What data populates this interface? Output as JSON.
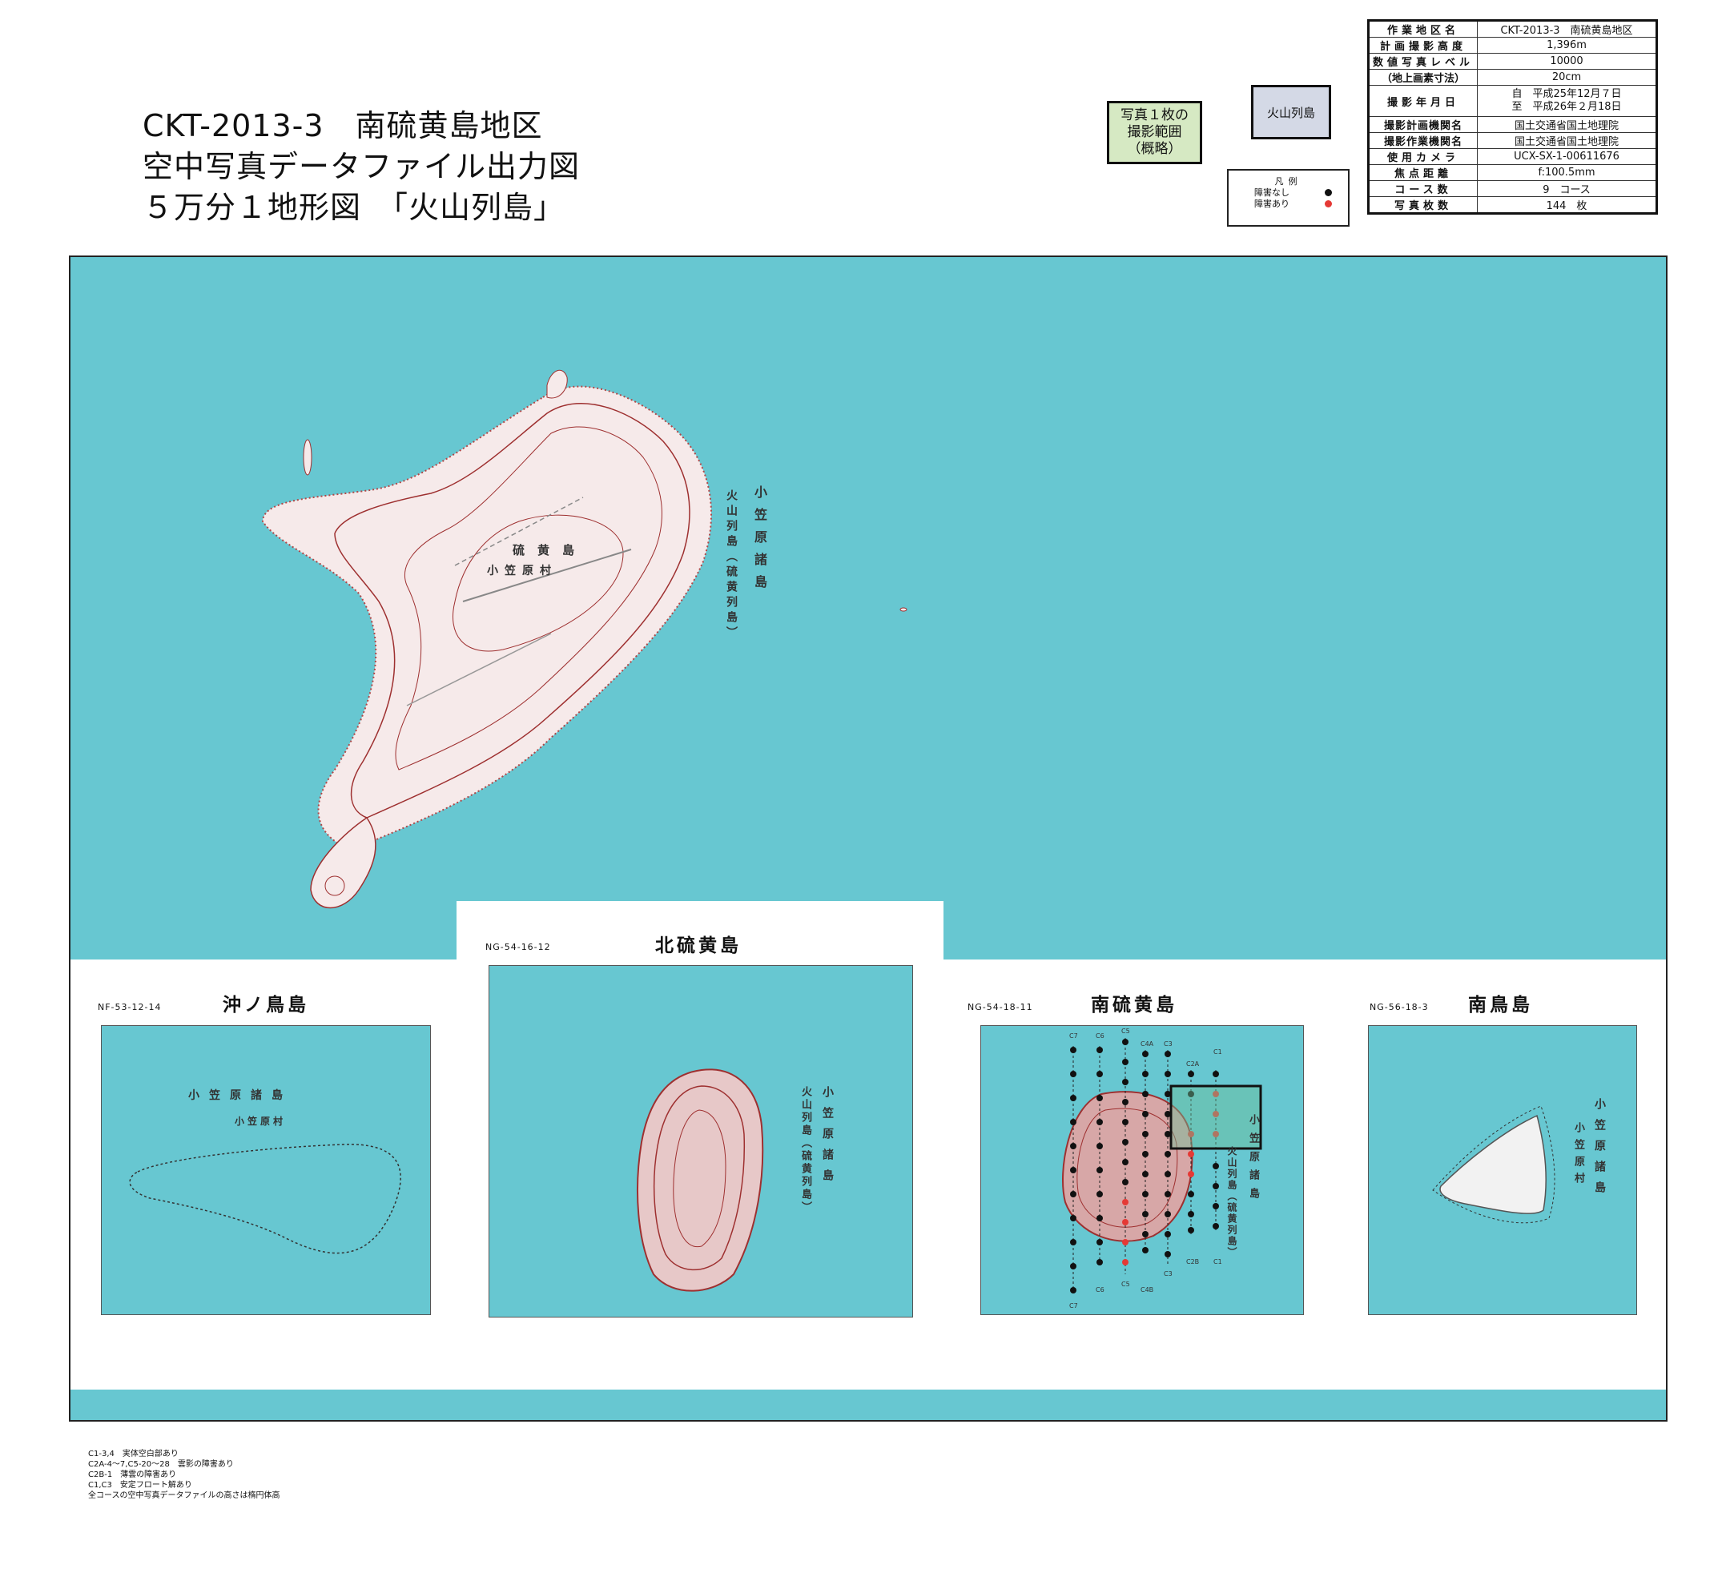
{
  "title": {
    "line1": "CKT-2013-3　南硫黄島地区",
    "line2": "空中写真データファイル出力図",
    "line3": "５万分１地形図　「火山列島」"
  },
  "scope_box": {
    "lines": [
      "写真１枚の",
      "撮影範囲",
      "（概略）"
    ],
    "color": "#d6e9c3"
  },
  "sheet_box": {
    "label": "火山列島",
    "color": "#d4d9e6"
  },
  "legend": {
    "title": "凡例",
    "items": [
      {
        "label": "障害なし",
        "color": "#111111"
      },
      {
        "label": "障害あり",
        "color": "#e53935"
      }
    ]
  },
  "info_table": [
    {
      "key": "作業地区名",
      "value": "CKT-2013-3　南硫黄島地区"
    },
    {
      "key": "計画撮影高度",
      "value": "1,396m"
    },
    {
      "key": "数値写真レベル",
      "value": "10000"
    },
    {
      "key": "（地上画素寸法）",
      "value": "20cm"
    },
    {
      "key": "撮影年月日",
      "value": "自　平成25年12月７日",
      "value2": "至　平成26年２月18日"
    },
    {
      "key": "撮影計画機関名",
      "value": "国土交通省国土地理院"
    },
    {
      "key": "撮影作業機関名",
      "value": "国土交通省国土地理院"
    },
    {
      "key": "使用カメラ",
      "value": "UCX-SX-1-00611676"
    },
    {
      "key": "焦点距離",
      "value": "f:100.5mm"
    },
    {
      "key": "コース数",
      "value": "9　コース"
    },
    {
      "key": "写真枚数",
      "value": "144　枚"
    }
  ],
  "main_map": {
    "island_name": "硫黄島",
    "village": "小笠原村",
    "archipelago": "小笠原諸島",
    "chain": "火山列島（硫黄列島）"
  },
  "insets": [
    {
      "title": "沖ノ鳥島",
      "code": "NF-53-12-14",
      "labels": [
        "小笠原諸島",
        "小笠原村"
      ]
    },
    {
      "title": "北硫黄島",
      "code": "NG-54-16-12",
      "labels": [
        "小笠原諸島",
        "火山列島（硫黄列島）"
      ]
    },
    {
      "title": "南硫黄島",
      "code": "NG-54-18-11",
      "labels": [
        "小笠原諸島",
        "火山列島（硫黄列島）"
      ]
    },
    {
      "title": "南鳥島",
      "code": "NG-56-18-3",
      "labels": [
        "小笠原諸島",
        "小笠原村"
      ]
    }
  ],
  "courses": {
    "top_labels": [
      "C7",
      "C6",
      "C5",
      "C4A",
      "C3",
      "C2A",
      "C1"
    ],
    "bottom_labels": [
      "C7",
      "C6",
      "C5",
      "C4B",
      "C3",
      "C2B",
      "C1"
    ]
  },
  "notes": [
    "C1-3,4　実体空白部あり",
    "C2A-4～7,C5-20～28　雲影の障害あり",
    "C2B-1　薄雲の障害あり",
    "C1,C3　安定フロート解あり",
    "全コースの空中写真データファイルの高さは楕円体高"
  ],
  "colors": {
    "sea": "#67c7d1",
    "contour": "#9e3030",
    "land": "#f4e6e6"
  }
}
